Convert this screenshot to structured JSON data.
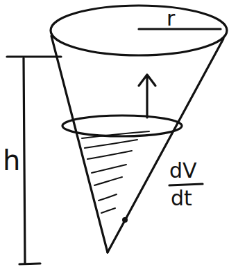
{
  "diagram": {
    "labels": [
      "r",
      "h",
      "dV",
      "dt"
    ]
  }
}
